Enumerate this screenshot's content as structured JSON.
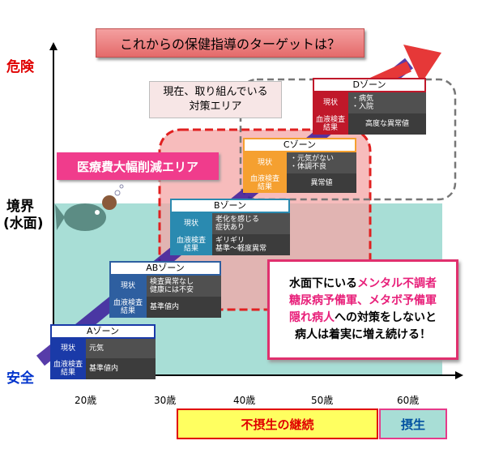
{
  "title": "これからの保健指導のターゲットは？",
  "y_axis": {
    "danger": "危険",
    "border_line1": "境界",
    "border_line2": "(水面)",
    "safe": "安全"
  },
  "current_area": {
    "line1": "現在、取り組んでいる",
    "line2": "対策エリア"
  },
  "reduction_area": "医療費大幅削減エリア",
  "key_labels": {
    "status": "現状",
    "blood": "血液検査\n結果"
  },
  "zones": [
    {
      "header": "Aゾーン",
      "status": [
        "元気"
      ],
      "blood": [
        "基準値内"
      ]
    },
    {
      "header": "ABゾーン",
      "status": [
        "検査異常なし",
        "健康には不安"
      ],
      "blood": [
        "基準値内"
      ]
    },
    {
      "header": "Bゾーン",
      "status": [
        "老化を感じる",
        "症状あり"
      ],
      "blood": [
        "ギリギリ",
        "基準～軽度異常"
      ]
    },
    {
      "header": "Cゾーン",
      "status": [
        "・元気がない",
        "・体調不良"
      ],
      "blood": [
        "異常値"
      ]
    },
    {
      "header": "Dゾーン",
      "status": [
        "・病気",
        "・入院"
      ],
      "blood": [
        "高度な異常値"
      ]
    }
  ],
  "message": {
    "l1a": "水面下にいる",
    "l1b": "メンタル不調者",
    "l2a": "糖尿病予備軍",
    "l2b": "、",
    "l2c": "メタボ予備軍",
    "l3a": "隠れ病人",
    "l3b": "への対策をしないと",
    "l4": "病人は着実に増え続ける！"
  },
  "ages": [
    "20歳",
    "30歳",
    "40歳",
    "50歳",
    "60歳"
  ],
  "bottom": {
    "continue": "不摂生の継続",
    "care": "摂生"
  },
  "colors": {
    "water": "#a8ded6",
    "zone_a": "#1a3aa8",
    "zone_ab": "#2e5fa0",
    "zone_b": "#2a8ab0",
    "zone_c": "#f5a030",
    "zone_d": "#c0182a",
    "reduction": "#f03c8c",
    "arrow": "#3a1a9a"
  }
}
